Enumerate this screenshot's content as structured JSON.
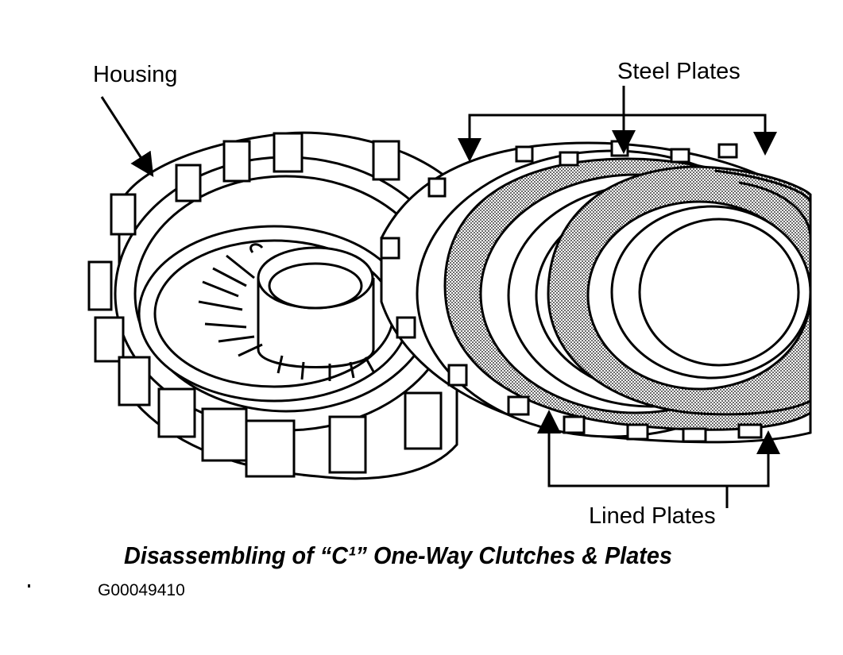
{
  "labels": {
    "housing": "Housing",
    "steel_plates": "Steel Plates",
    "lined_plates": "Lined Plates"
  },
  "caption": "Disassembling of “C¹” One-Way Clutches & Plates",
  "figure_code": "G00049410",
  "colors": {
    "ink": "#000000",
    "paper": "#ffffff"
  }
}
